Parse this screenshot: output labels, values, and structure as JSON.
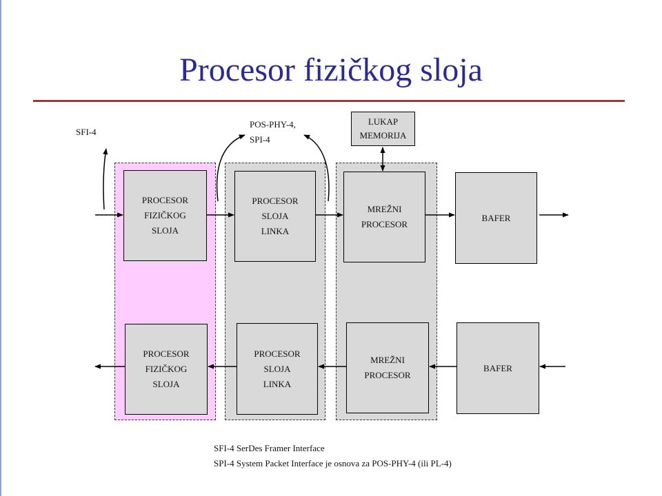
{
  "slide": {
    "title": "Procesor fizičkog sloja",
    "colors": {
      "title": "#2b2a93",
      "rule": "#d41f26",
      "phy_zone": "#ffccff",
      "zone": "#d9d9d9",
      "block": "#d9d9d9"
    }
  },
  "diagram": {
    "top_row": {
      "phy": [
        "PROCESOR",
        "FIZIČKOG",
        "SLOJA"
      ],
      "link": [
        "PROCESOR",
        "SLOJA",
        "LINKA"
      ],
      "net": [
        "MREŽNI",
        "PROCESOR"
      ],
      "buffer": [
        "BAFER"
      ]
    },
    "bottom_row": {
      "phy": [
        "PROCESOR",
        "FIZIČKOG",
        "SLOJA"
      ],
      "link": [
        "PROCESOR",
        "SLOJA",
        "LINKA"
      ],
      "net": [
        "MREŽNI",
        "PROCESOR"
      ],
      "buffer": [
        "BAFER"
      ]
    },
    "lookup": [
      "LUKAP",
      "MEMORIJA"
    ],
    "labels": {
      "sfi": "SFI-4",
      "pos_phy": [
        "POS-PHY-4,",
        "SPI-4"
      ]
    }
  },
  "footnotes": [
    "SFI-4 SerDes Framer Interface",
    "SPI-4 System Packet Interface je osnova za POS-PHY-4 (ili PL-4)"
  ]
}
